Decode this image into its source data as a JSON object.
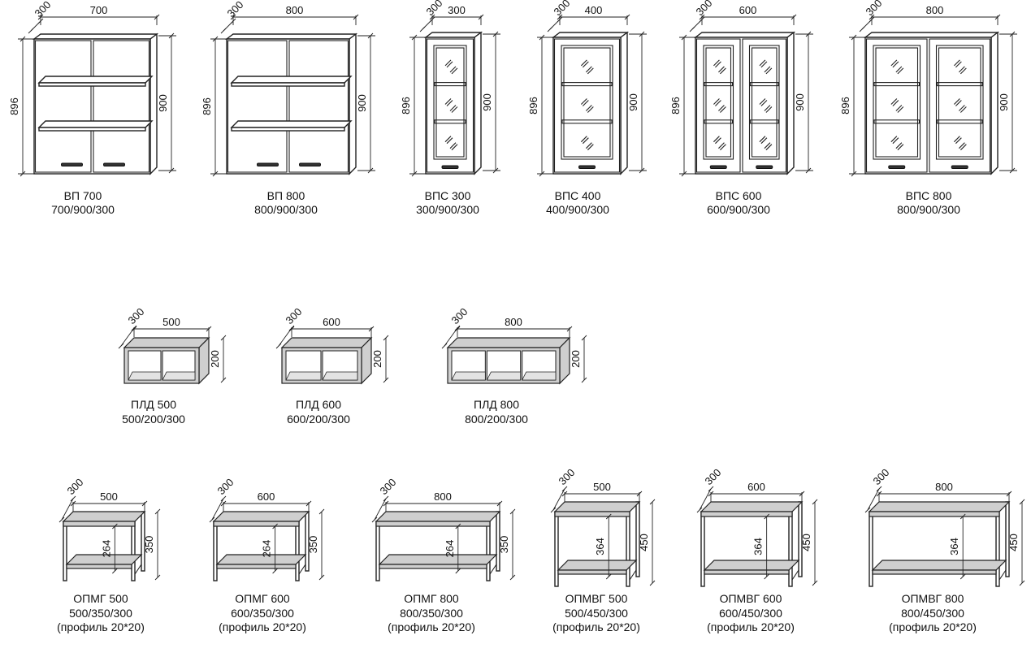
{
  "upper_cabinets": [
    {
      "name": "ВП 700",
      "size": "700/900/300",
      "width": "700",
      "depth": "300",
      "height_outer": "900",
      "height_inner": "896"
    },
    {
      "name": "ВП 800",
      "size": "800/900/300",
      "width": "800",
      "depth": "300",
      "height_outer": "900",
      "height_inner": "896"
    },
    {
      "name": "ВПС 300",
      "size": "300/900/300",
      "width": "300",
      "depth": "300",
      "height_outer": "900",
      "height_inner": "896"
    },
    {
      "name": "ВПС 400",
      "size": "400/900/300",
      "width": "400",
      "depth": "300",
      "height_outer": "900",
      "height_inner": "896"
    },
    {
      "name": "ВПС 600",
      "size": "600/900/300",
      "width": "600",
      "depth": "300",
      "height_outer": "900",
      "height_inner": "896"
    },
    {
      "name": "ВПС 800",
      "size": "800/900/300",
      "width": "800",
      "depth": "300",
      "height_outer": "900",
      "height_inner": "896"
    }
  ],
  "shelves": [
    {
      "name": "ПЛД 500",
      "size": "500/200/300",
      "width": "500",
      "depth": "300",
      "height": "200"
    },
    {
      "name": "ПЛД 600",
      "size": "600/200/300",
      "width": "600",
      "depth": "300",
      "height": "200"
    },
    {
      "name": "ПЛД 800",
      "size": "800/200/300",
      "width": "800",
      "depth": "300",
      "height": "200"
    }
  ],
  "racks": [
    {
      "name": "ОПМГ 500",
      "size": "500/350/300",
      "note": "(профиль 20*20)",
      "width": "500",
      "depth": "300",
      "height_outer": "350",
      "height_inner": "264"
    },
    {
      "name": "ОПМГ 600",
      "size": "600/350/300",
      "note": "(профиль 20*20)",
      "width": "600",
      "depth": "300",
      "height_outer": "350",
      "height_inner": "264"
    },
    {
      "name": "ОПМГ 800",
      "size": "800/350/300",
      "note": "(профиль 20*20)",
      "width": "800",
      "depth": "300",
      "height_outer": "350",
      "height_inner": "264"
    },
    {
      "name": "ОПМВГ 500",
      "size": "500/450/300",
      "note": "(профиль 20*20)",
      "width": "500",
      "depth": "300",
      "height_outer": "450",
      "height_inner": "364"
    },
    {
      "name": "ОПМВГ 600",
      "size": "600/450/300",
      "note": "(профиль 20*20)",
      "width": "600",
      "depth": "300",
      "height_outer": "450",
      "height_inner": "364"
    },
    {
      "name": "ОПМВГ 800",
      "size": "800/450/300",
      "note": "(профиль 20*20)",
      "width": "800",
      "depth": "300",
      "height_outer": "450",
      "height_inner": "364"
    }
  ]
}
